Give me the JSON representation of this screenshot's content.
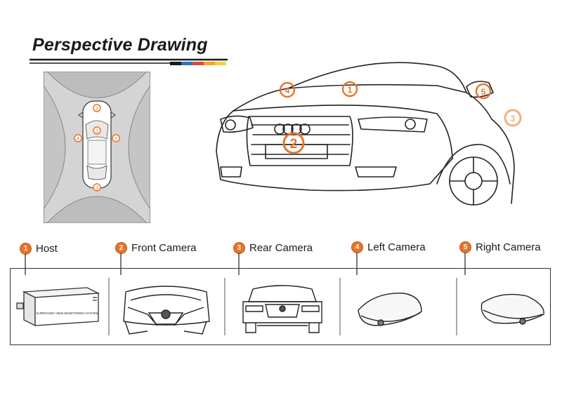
{
  "header": {
    "title": "Perspective Drawing"
  },
  "colors": {
    "accent_orange": "#e8732a",
    "stripe_colors": [
      "#1a1a1a",
      "#2f74c0",
      "#e0463a",
      "#f5a623",
      "#f4d03f"
    ]
  },
  "car_markers": [
    "1",
    "2",
    "3",
    "4",
    "5"
  ],
  "components": [
    {
      "number": "1",
      "label": "Host",
      "device_text": "SURROUND VIEW MONITORING SYSTEM"
    },
    {
      "number": "2",
      "label": "Front Camera"
    },
    {
      "number": "3",
      "label": "Rear Camera"
    },
    {
      "number": "4",
      "label": "Left Camera"
    },
    {
      "number": "5",
      "label": "Right Camera"
    }
  ]
}
